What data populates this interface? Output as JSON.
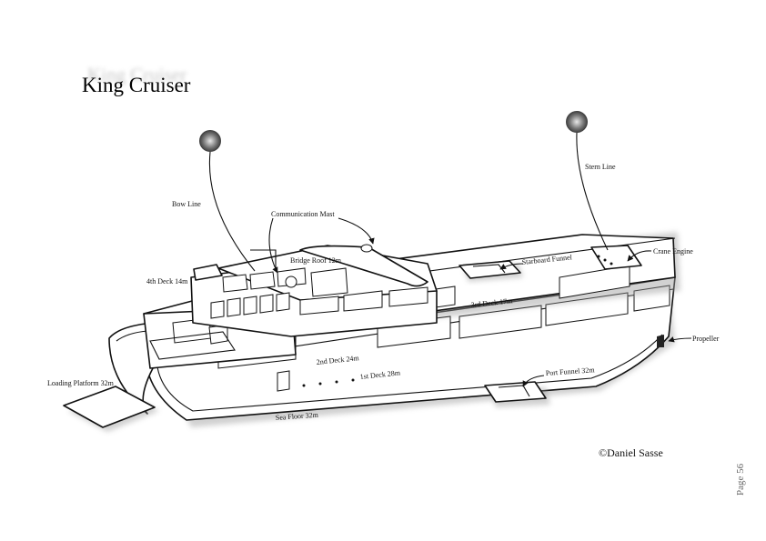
{
  "title": "King Cruiser",
  "labels": {
    "stern_line": "Stern Line",
    "bow_line": "Bow Line",
    "communication_mast": "Communication Mast",
    "crane_engine": "Crane Engine",
    "bridge_roof": "Bridge Roof 12m",
    "starboard_funnel": "Starboard Funnel",
    "fourth_deck": "4th Deck 14m",
    "third_deck": "3rd Deck 17m",
    "propeller": "Propeller",
    "second_deck": "2nd Deck 24m",
    "first_deck": "1st Deck 28m",
    "port_funnel": "Port Funnel 32m",
    "loading_platform": "Loading Platform 32m",
    "sea_floor": "Sea Floor 32m"
  },
  "copyright": "©Daniel Sasse",
  "page_number": "Page 56"
}
